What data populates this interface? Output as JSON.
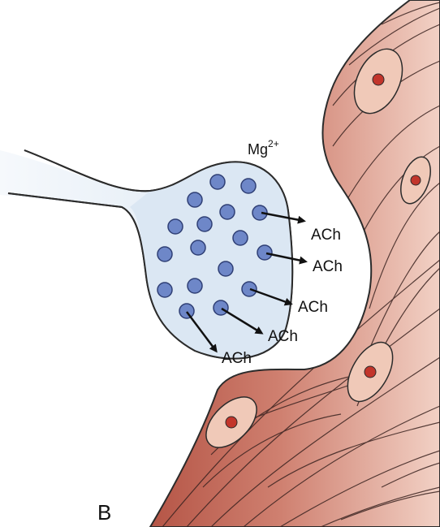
{
  "panel_label": "B",
  "ion": {
    "symbol": "Mg",
    "charge": "2+"
  },
  "neurotransmitter_labels": [
    "ACh",
    "ACh",
    "ACh",
    "ACh",
    "ACh"
  ],
  "colors": {
    "terminal_fill": "#dbe7f3",
    "axon_fill_light": "#f1f6fb",
    "vesicle_fill": "#6e87c8",
    "vesicle_stroke": "#2f3f75",
    "muscle_fill": "#c2685a",
    "muscle_fill_light": "#eebfae",
    "nucleus_outer": "#f0c9b8",
    "nucleus_inner": "#c2352b",
    "outline": "#2b2b2b",
    "arrow": "#111111"
  }
}
